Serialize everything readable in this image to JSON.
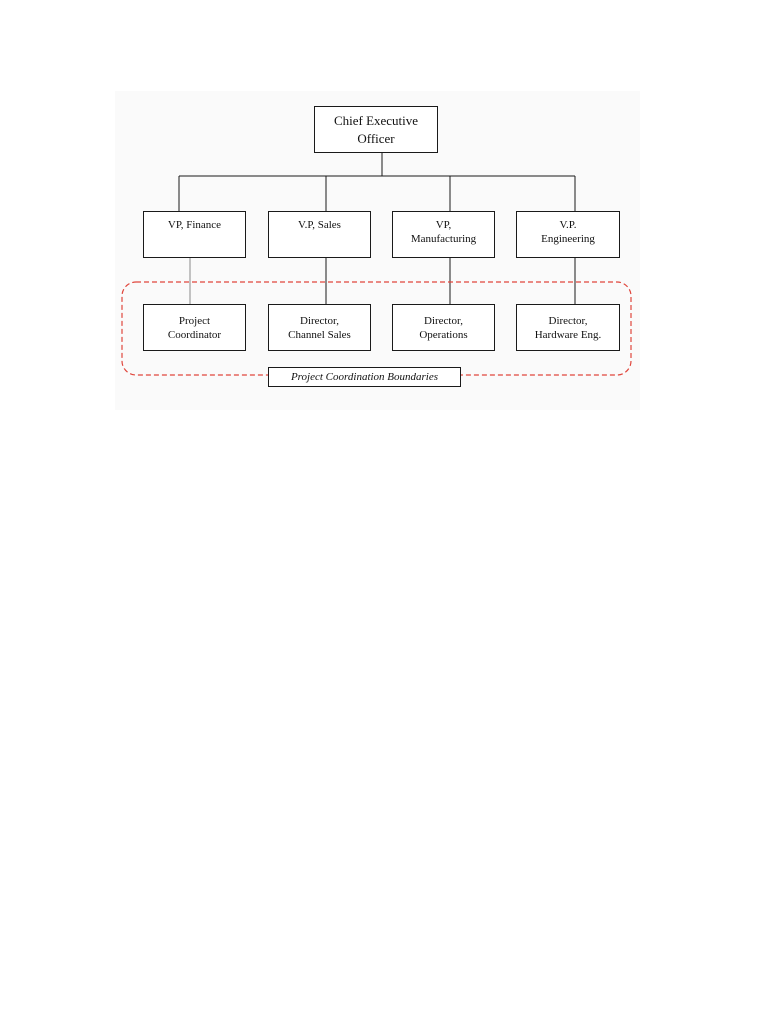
{
  "org_chart": {
    "ceo": "Chief Executive\nOfficer",
    "vps": {
      "finance": "VP, Finance",
      "sales": "V.P, Sales",
      "manufacturing": "VP,\nManufacturing",
      "engineering": "V.P.\nEngineering"
    },
    "directors": {
      "coordinator": "Project\nCoordinator",
      "channel_sales": "Director,\nChannel Sales",
      "operations": "Director,\nOperations",
      "hardware": "Director,\nHardware Eng."
    },
    "boundary_label": "Project Coordination Boundaries"
  },
  "colors": {
    "line": "#1a1a1a",
    "finance_link": "#8a8a8a",
    "boundary": "#e0463c",
    "figure_background": "#fafafa"
  }
}
